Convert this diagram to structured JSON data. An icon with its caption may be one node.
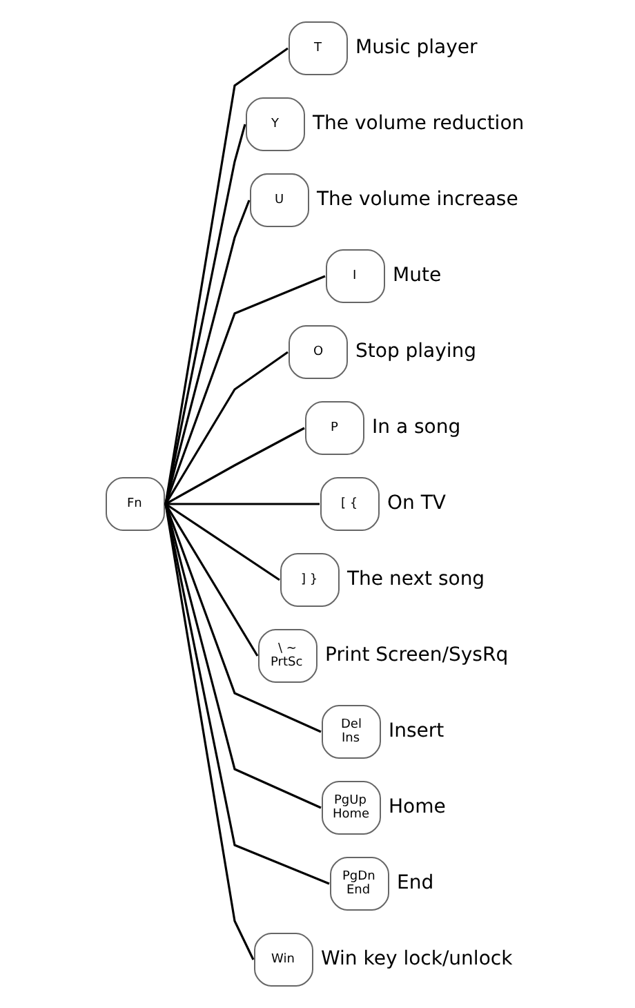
{
  "diagram": {
    "nodes": [
      {
        "text": [
          "Fn"
        ]
      },
      {
        "text": [
          "T"
        ],
        "beside": [
          "Music player"
        ]
      },
      {
        "text": [
          "Y"
        ],
        "beside": [
          "The volume reduction"
        ]
      },
      {
        "text": [
          "U"
        ],
        "beside": [
          "The volume increase"
        ]
      },
      {
        "text": [
          "I"
        ],
        "beside": [
          "Mute"
        ]
      },
      {
        "text": [
          "O"
        ],
        "beside": [
          "Stop playing"
        ]
      },
      {
        "text": [
          "P"
        ],
        "beside": [
          "In a song"
        ]
      },
      {
        "text": [
          "[ {"
        ],
        "beside": [
          "On TV"
        ]
      },
      {
        "text": [
          "] }"
        ],
        "beside": [
          "The next song"
        ]
      },
      {
        "text": [
          "\\ ~",
          "PrtSc"
        ],
        "beside": [
          "Print Screen/SysRq"
        ]
      },
      {
        "text": [
          "Del",
          "Ins"
        ],
        "beside": [
          "Insert"
        ]
      },
      {
        "text": [
          "PgUp",
          "Home"
        ],
        "beside": [
          "Home"
        ]
      },
      {
        "text": [
          "PgDn",
          "End"
        ],
        "beside": [
          "End"
        ]
      },
      {
        "text": [
          "Win"
        ],
        "beside": [
          "Win key lock/unlock"
        ]
      }
    ],
    "edges": [
      {
        "from": 0,
        "to": 1,
        "arrow": "none"
      },
      {
        "from": 0,
        "to": 2,
        "arrow": "none"
      },
      {
        "from": 0,
        "to": 3,
        "arrow": "none"
      },
      {
        "from": 0,
        "to": 4,
        "arrow": "none"
      },
      {
        "from": 0,
        "to": 5,
        "arrow": "none"
      },
      {
        "from": 0,
        "to": 6,
        "arrow": "none"
      },
      {
        "from": 0,
        "to": 7,
        "arrow": "none"
      },
      {
        "from": 0,
        "to": 8,
        "arrow": "none"
      },
      {
        "from": 0,
        "to": 9,
        "arrow": "none"
      },
      {
        "from": 0,
        "to": 10,
        "arrow": "none"
      },
      {
        "from": 0,
        "to": 11,
        "arrow": "none"
      },
      {
        "from": 0,
        "to": 12,
        "arrow": "none"
      },
      {
        "from": 0,
        "to": 13,
        "arrow": "none"
      }
    ]
  }
}
